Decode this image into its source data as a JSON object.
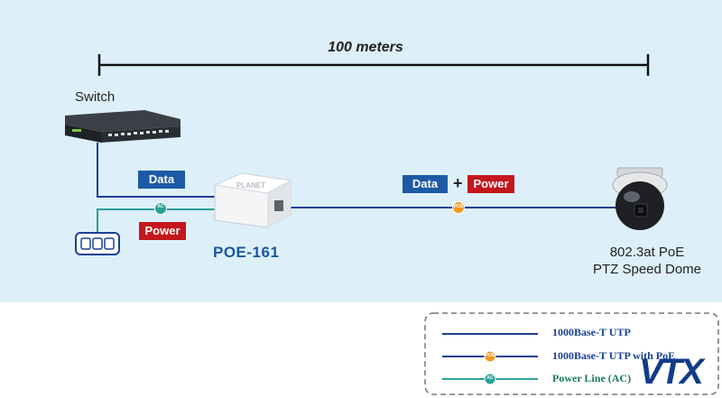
{
  "distance_label": "100 meters",
  "switch_label": "Switch",
  "device_label": "POE-161",
  "camera_label": [
    "802.3at PoE",
    "PTZ Speed Dome"
  ],
  "badges": {
    "data": "Data",
    "power": "Power",
    "plus": "+"
  },
  "connector_tags": {
    "ac": "AC",
    "poe": "POE"
  },
  "legend": {
    "utp": "1000Base-T UTP",
    "utp_poe": "1000Base-T UTP with PoE",
    "power_line": "Power Line (AC)"
  },
  "watermark": "VTX",
  "colors": {
    "background_area": "#ddf0fa",
    "data_line": "#1a3f94",
    "power_line": "#2aa198",
    "poe_marker": "#f39a1e",
    "data_badge": "#1d5aa6",
    "power_badge": "#c4161c"
  }
}
